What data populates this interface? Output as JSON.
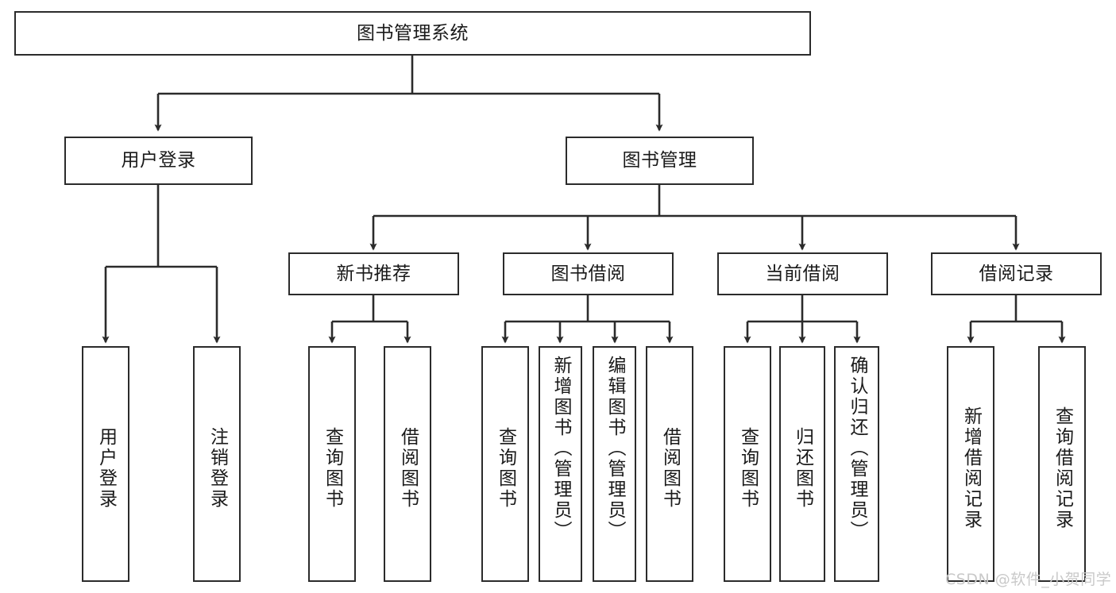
{
  "diagram": {
    "title": "图书管理系统",
    "type": "tree-hierarchy",
    "root": {
      "label": "图书管理系统"
    },
    "level2": [
      {
        "label": "用户登录"
      },
      {
        "label": "图书管理"
      }
    ],
    "level3": [
      {
        "label": "新书推荐"
      },
      {
        "label": "图书借阅"
      },
      {
        "label": "当前借阅"
      },
      {
        "label": "借阅记录"
      }
    ],
    "leaves": {
      "user_login": [
        {
          "label": "用户登录"
        },
        {
          "label": "注销登录"
        }
      ],
      "new_book_recommend": [
        {
          "label": "查询图书"
        },
        {
          "label": "借阅图书"
        }
      ],
      "book_borrow": [
        {
          "label": "查询图书"
        },
        {
          "label": "新增图书（管理员）"
        },
        {
          "label": "编辑图书（管理员）"
        },
        {
          "label": "借阅图书"
        }
      ],
      "current_borrow": [
        {
          "label": "查询图书"
        },
        {
          "label": "归还图书"
        },
        {
          "label": "确认归还（管理员）"
        }
      ],
      "borrow_record": [
        {
          "label": "新增借阅记录"
        },
        {
          "label": "查询借阅记录"
        }
      ]
    }
  },
  "watermark": {
    "text": "CSDN @软件_小贺同学"
  },
  "colors": {
    "stroke": "#2b2b2b",
    "background": "#ffffff",
    "text": "#1a1a1a",
    "watermark": "#c9c9c9"
  }
}
